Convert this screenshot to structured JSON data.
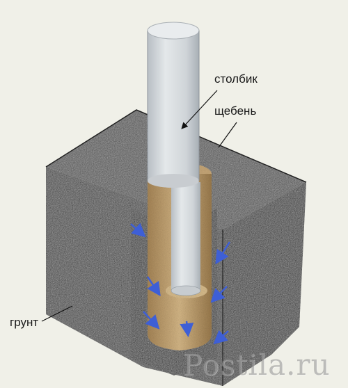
{
  "labels": {
    "post": "столбик",
    "gravel": "щебень",
    "soil": "грунт"
  },
  "watermark": {
    "text": "Postila.ru"
  },
  "colors": {
    "background": "#f0f0e8",
    "soil_front": "#3a3a3a",
    "soil_side": "#303030",
    "soil_top": "#4a4a4a",
    "gravel": "#c8a878",
    "post": "#d9dde0",
    "arrow": "#3e5fd6"
  }
}
